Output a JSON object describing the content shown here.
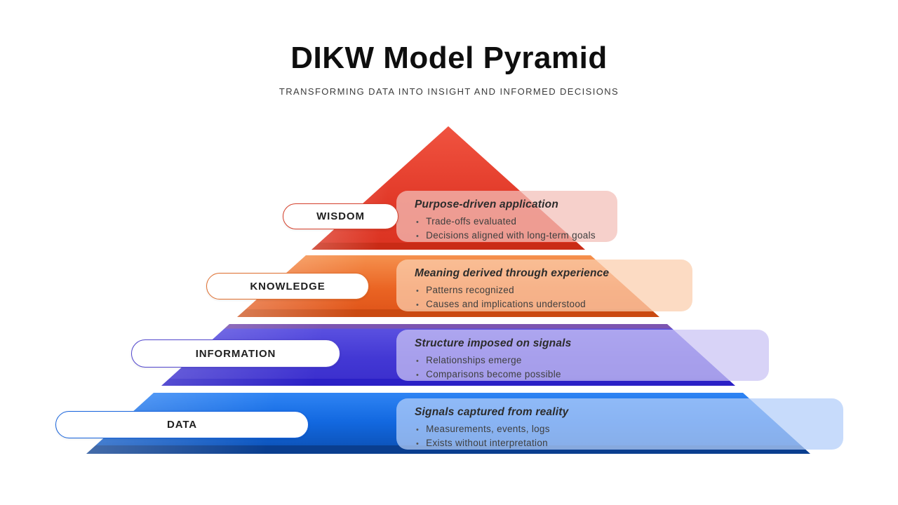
{
  "header": {
    "title": "DIKW Model Pyramid",
    "subtitle": "TRANSFORMING DATA INTO INSIGHT AND INFORMED DECISIONS"
  },
  "layers": [
    {
      "name": "wisdom",
      "label": "WISDOM",
      "heading": "Purpose-driven application",
      "bullets": [
        "Trade-offs evaluated",
        "Decisions aligned with long-term goals"
      ],
      "colors": {
        "main": "#e23a29",
        "dark": "#c92b16",
        "pill_border": "#d6402c",
        "card_tint": "#f3c0b9"
      }
    },
    {
      "name": "knowledge",
      "label": "KNOWLEDGE",
      "heading": "Meaning derived through experience",
      "bullets": [
        "Patterns recognized",
        "Causes and implications understood"
      ],
      "colors": {
        "main": "#ea6423",
        "dark": "#ca4a12",
        "pill_border": "#e06e2e",
        "card_tint": "#fbcfae"
      }
    },
    {
      "name": "information",
      "label": "INFORMATION",
      "heading": "Structure imposed on signals",
      "bullets": [
        "Relationships emerge",
        "Comparisons become possible"
      ],
      "colors": {
        "main": "#4338d4",
        "dark": "#2b20c6",
        "top_strip": "#7c55b0",
        "pill_border": "#5247cf",
        "card_tint": "#cbc4f4"
      }
    },
    {
      "name": "data",
      "label": "DATA",
      "heading": "Signals captured from reality",
      "bullets": [
        "Measurements, events, logs",
        "Exists without interpretation"
      ],
      "colors": {
        "main": "#1268e0",
        "dark": "#0a3e8f",
        "pill_border": "#1663dd",
        "card_tint": "#b3cffa"
      }
    }
  ],
  "bullet_glyph": "•"
}
